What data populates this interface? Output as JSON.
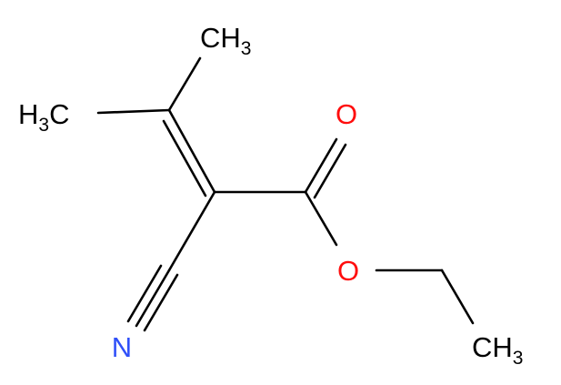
{
  "molecule": {
    "atoms": [
      {
        "id": "ch3_top",
        "symbol": "CH",
        "subscript": "3",
        "color": "#000000"
      },
      {
        "id": "h3c_left",
        "prefix": "H",
        "subscript": "3",
        "symbol": "C",
        "color": "#000000"
      },
      {
        "id": "o_carbonyl",
        "symbol": "O",
        "color": "#ff0d0d"
      },
      {
        "id": "o_ester",
        "symbol": "O",
        "color": "#ff0d0d"
      },
      {
        "id": "n_nitrile",
        "symbol": "N",
        "color": "#3050f8"
      },
      {
        "id": "ch3_ethyl",
        "symbol": "CH",
        "subscript": "3",
        "color": "#000000"
      }
    ],
    "bonds": [
      {
        "from": "C_isopropylidene",
        "to": "ch3_top",
        "order": 1
      },
      {
        "from": "C_isopropylidene",
        "to": "h3c_left",
        "order": 1
      },
      {
        "from": "C_isopropylidene",
        "to": "C_alpha",
        "order": 2
      },
      {
        "from": "C_alpha",
        "to": "C_carbonyl",
        "order": 1
      },
      {
        "from": "C_carbonyl",
        "to": "o_carbonyl",
        "order": 2
      },
      {
        "from": "C_carbonyl",
        "to": "o_ester",
        "order": 1
      },
      {
        "from": "o_ester",
        "to": "C_ethyl",
        "order": 1
      },
      {
        "from": "C_ethyl",
        "to": "ch3_ethyl",
        "order": 1
      },
      {
        "from": "C_alpha",
        "to": "C_nitrile",
        "order": 1
      },
      {
        "from": "C_nitrile",
        "to": "n_nitrile",
        "order": 3
      }
    ]
  }
}
